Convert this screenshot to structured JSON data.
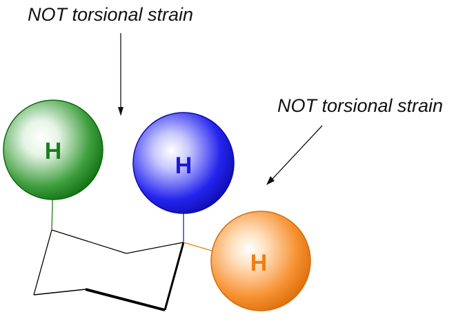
{
  "annotations": {
    "top_label": "NOT torsional strain",
    "right_label": "NOT torsional strain"
  },
  "atoms": {
    "left": {
      "symbol": "H",
      "color": "#1e7d1e"
    },
    "middle": {
      "symbol": "H",
      "color": "#1a1ad8"
    },
    "right": {
      "symbol": "H",
      "color": "#f07d10"
    }
  },
  "colors": {
    "green_sphere": "#1f8a1f",
    "blue_sphere": "#1010e0",
    "orange_sphere": "#f58a1a",
    "ring_line": "#000000"
  }
}
